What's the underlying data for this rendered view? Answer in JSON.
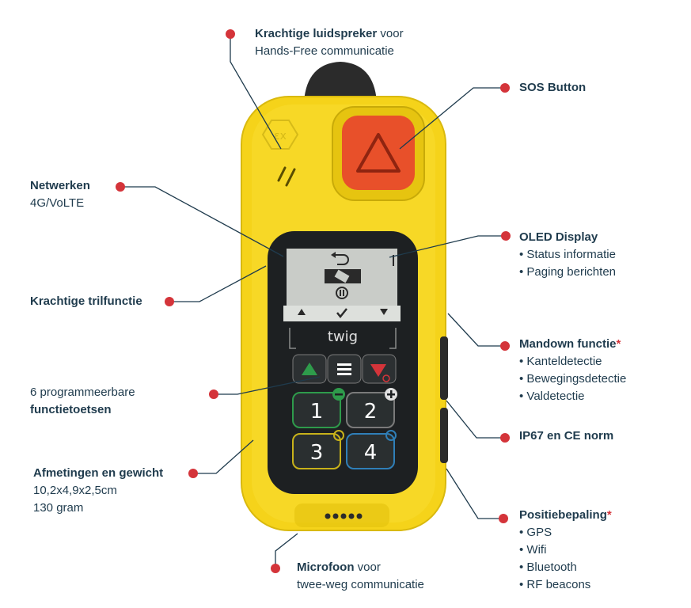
{
  "callouts": {
    "speaker": {
      "title": "Krachtige luidspreker",
      "suffix": " voor",
      "line2": "Hands-Free communicatie"
    },
    "sos": {
      "title": "SOS Button"
    },
    "network": {
      "title": "Netwerken",
      "line2": "4G/VoLTE"
    },
    "vibration": {
      "title": "Krachtige trilfunctie"
    },
    "keys": {
      "line1": "6 programmeerbare",
      "line2": "functietoetsen"
    },
    "dimensions": {
      "title": "Afmetingen en gewicht",
      "line2": "10,2x4,9x2,5cm",
      "line3": "130 gram"
    },
    "microphone": {
      "title": "Microfoon",
      "suffix": " voor",
      "line2": "twee-weg communicatie"
    },
    "oled": {
      "title": "OLED Display",
      "items": [
        "Status informatie",
        "Paging berichten"
      ]
    },
    "mandown": {
      "title": "Mandown functie",
      "star": "*",
      "items": [
        "Kanteldetectie",
        "Bewegingsdetectie",
        "Valdetectie"
      ]
    },
    "ip67": {
      "title": "IP67 en CE norm"
    },
    "position": {
      "title": "Positiebepaling",
      "star": "*",
      "items": [
        "GPS",
        "Wifi",
        "Bluetooth",
        "RF beacons"
      ]
    }
  },
  "device": {
    "brand": "twig",
    "keys": [
      "1",
      "2",
      "3",
      "4"
    ],
    "body_color": "#f5d31a",
    "sos_color": "#e8502a",
    "accent_red": "#d4343a"
  }
}
